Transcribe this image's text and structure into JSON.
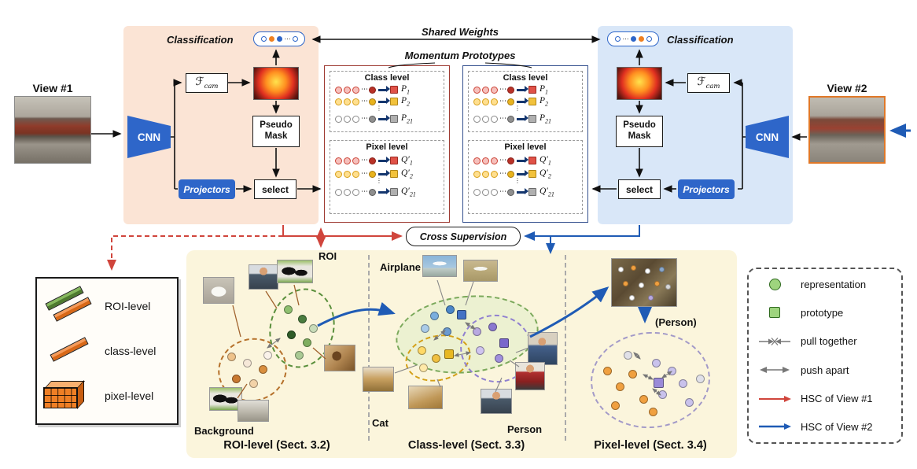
{
  "colors": {
    "panel_view1": "#fbe4d5",
    "panel_view2": "#d9e7f8",
    "cnn_blue": "#2e66c9",
    "hsc_view1_red": "#d0453c",
    "hsc_view2_blue": "#1f5bb5",
    "bottom_panel_beige": "#fbf5dc",
    "prototype_red": "#e05248",
    "prototype_gold": "#f2c23c",
    "prototype_gray": "#b0b0b0",
    "representation_green": "#9ed47e"
  },
  "symbols": {
    "ellipsis": "⋯",
    "vdots": "⋮"
  },
  "top": {
    "view1_label": "View #1",
    "view2_label": "View #2",
    "cnn_label": "CNN",
    "classification_label": "Classification",
    "fcam_letter": "ℱ",
    "fcam_sub": "cam",
    "pseudo_mask_label": "Pseudo Mask",
    "projectors_label": "Projectors",
    "select_label": "select",
    "shared_weights_label": "Shared Weights",
    "momentum_prototypes_label": "Momentum Prototypes",
    "cross_supervision_label": "Cross Supervision"
  },
  "prototype_box": {
    "class_level_title": "Class level",
    "pixel_level_title": "Pixel level",
    "p_letter": "P",
    "q_letter": "Q′",
    "sub_1": "1",
    "sub_2": "2",
    "sub_21": "21"
  },
  "bottom": {
    "roi_label": "ROI",
    "airplane_label": "Airplane",
    "cat_label": "Cat",
    "person_label": "Person",
    "background_label": "Background",
    "pixel_person_label": "(Person)",
    "roi_section_title": "ROI-level (Sect. 3.2)",
    "class_section_title": "Class-level (Sect. 3.3)",
    "pixel_section_title": "Pixel-level (Sect. 3.4)"
  },
  "legend_left": {
    "roi_level": "ROI-level",
    "class_level": "class-level",
    "pixel_level": "pixel-level"
  },
  "legend_right": {
    "representation": "representation",
    "prototype": "prototype",
    "pull_together": "pull together",
    "push_apart": "push apart",
    "hsc_view1": "HSC of View #1",
    "hsc_view2": "HSC of View #2"
  }
}
